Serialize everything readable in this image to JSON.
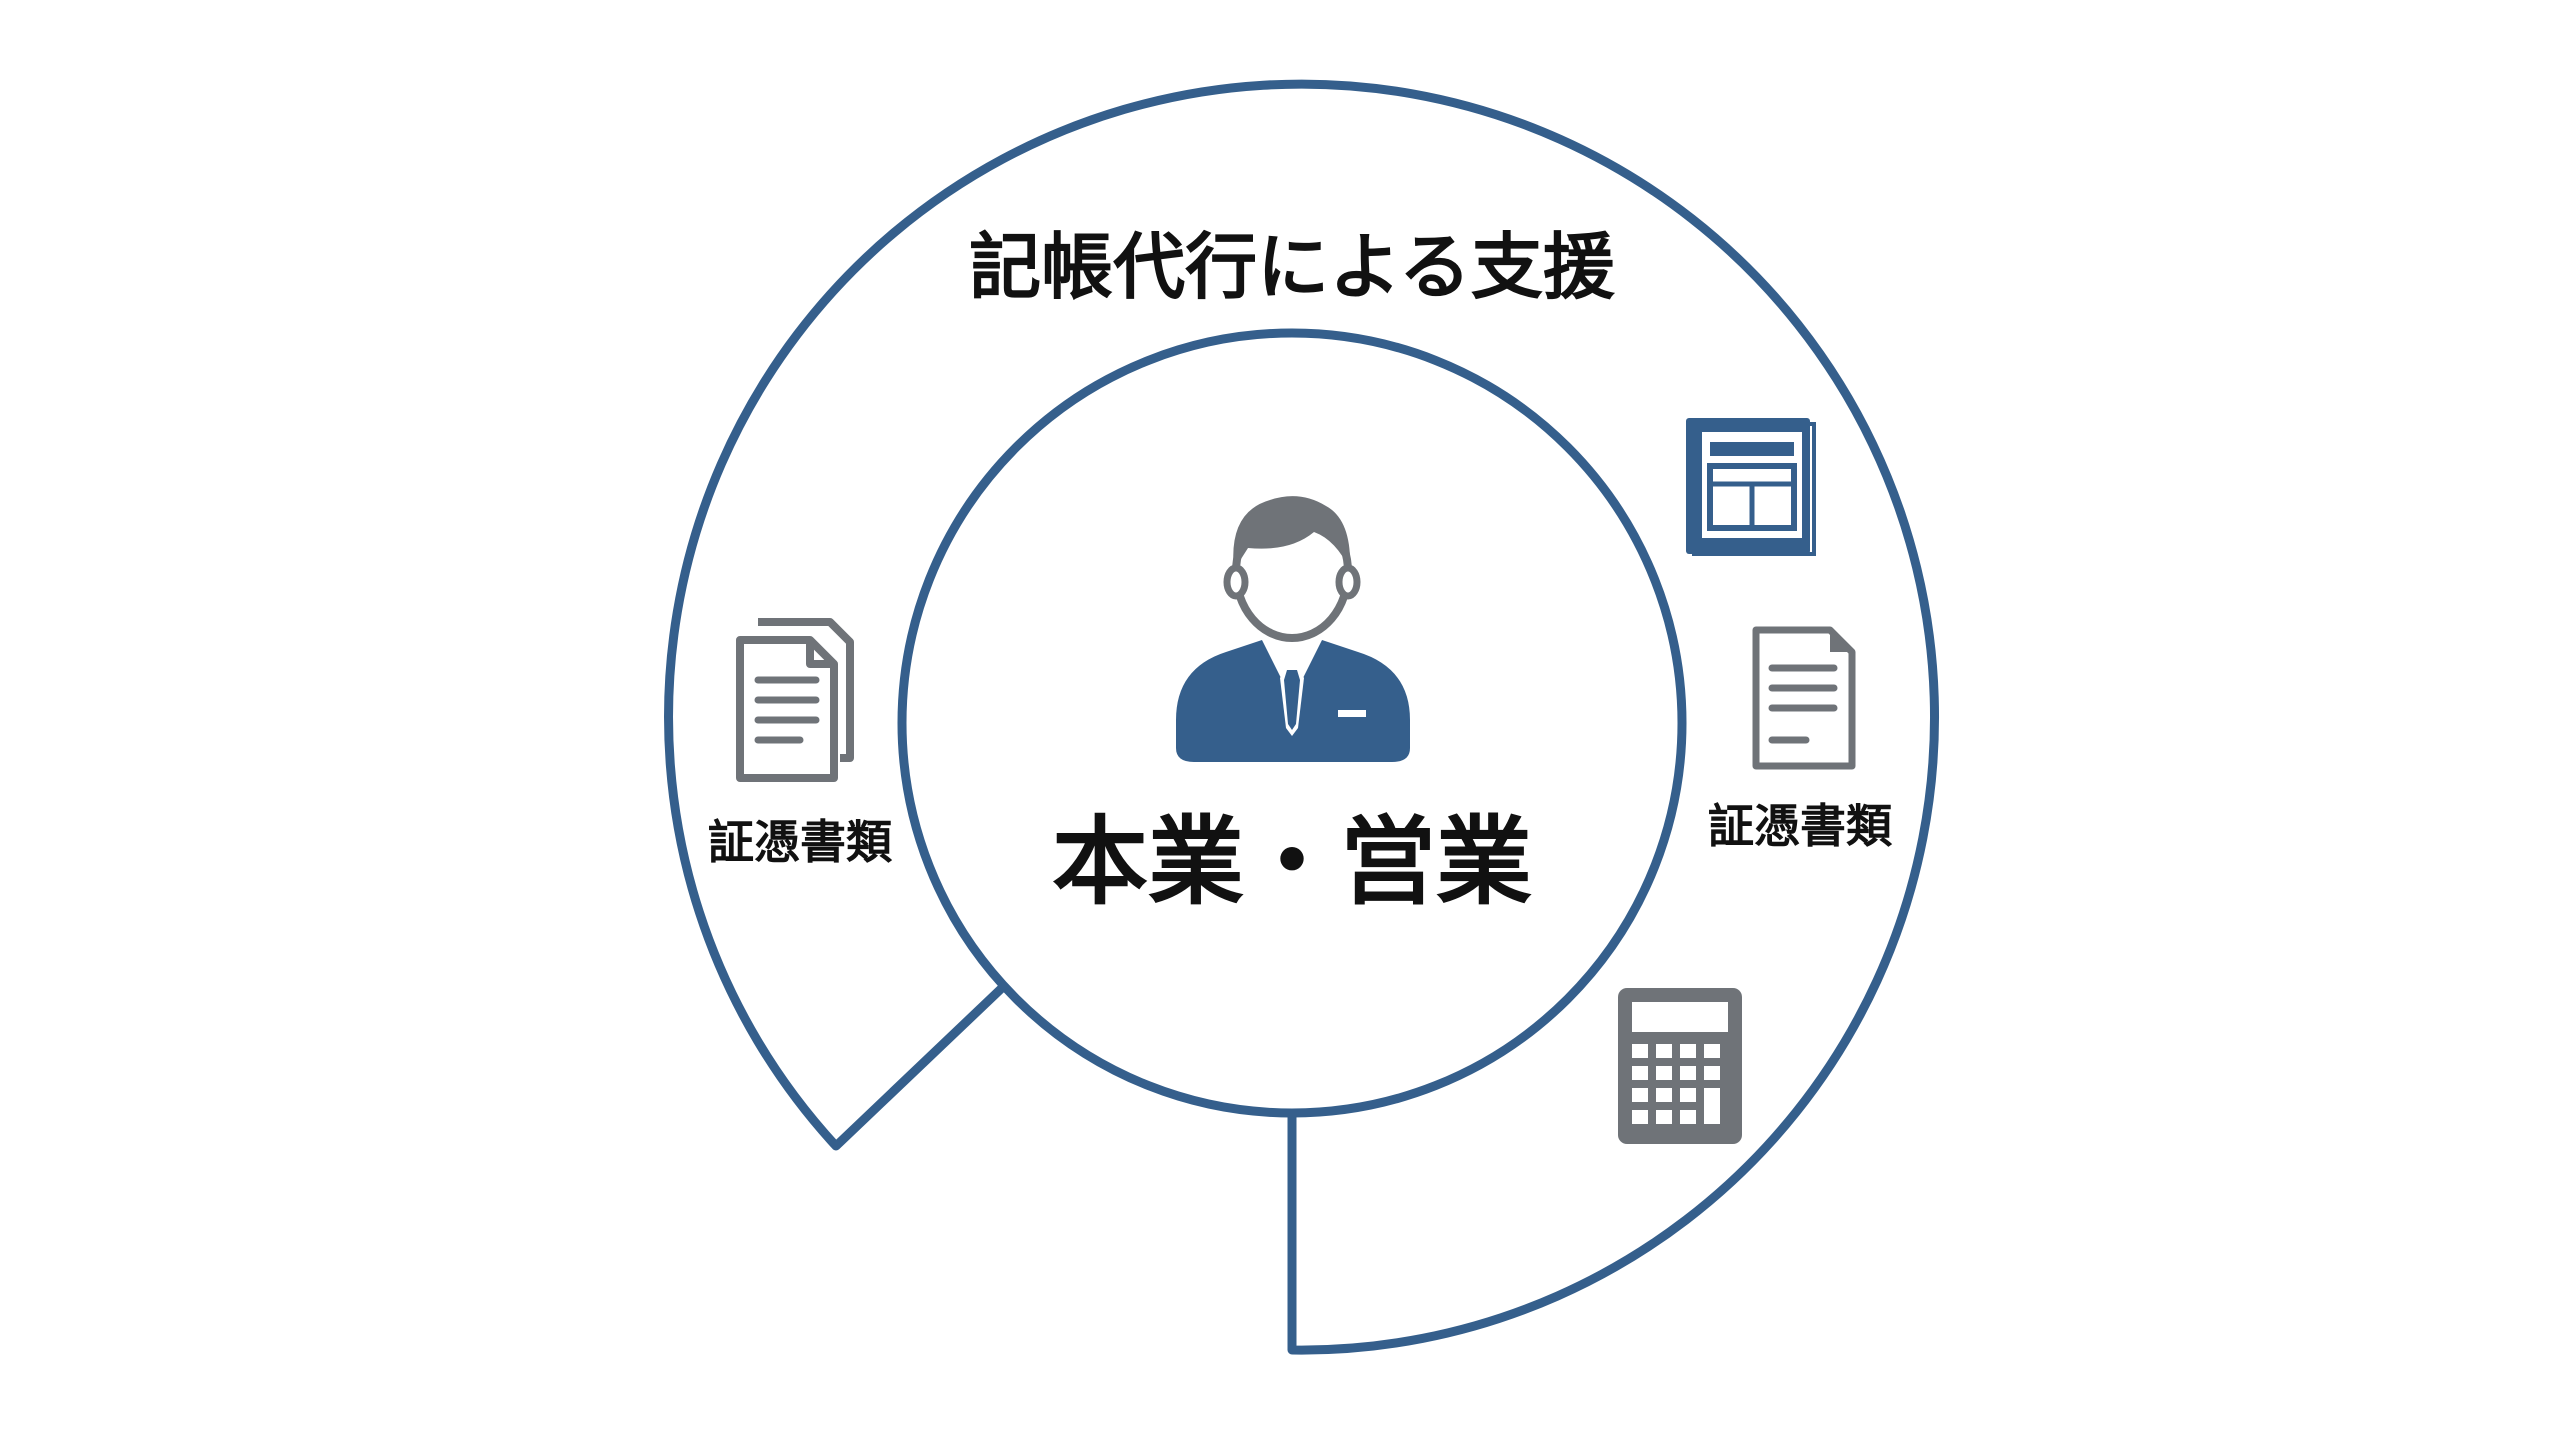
{
  "diagram": {
    "outer_ring_label": "記帳代行による支援",
    "center_label": "本業・営業",
    "left_doc_label": "証憑書類",
    "right_doc_label": "証憑書類"
  },
  "icons": {
    "person": "businessman-icon",
    "left_documents": "documents-stack-icon",
    "ledger": "ledger-book-icon",
    "right_document": "document-icon",
    "calculator": "calculator-icon"
  },
  "colors": {
    "ring": "#355f8c",
    "icon_gray": "#6f7378",
    "text": "#111111"
  }
}
